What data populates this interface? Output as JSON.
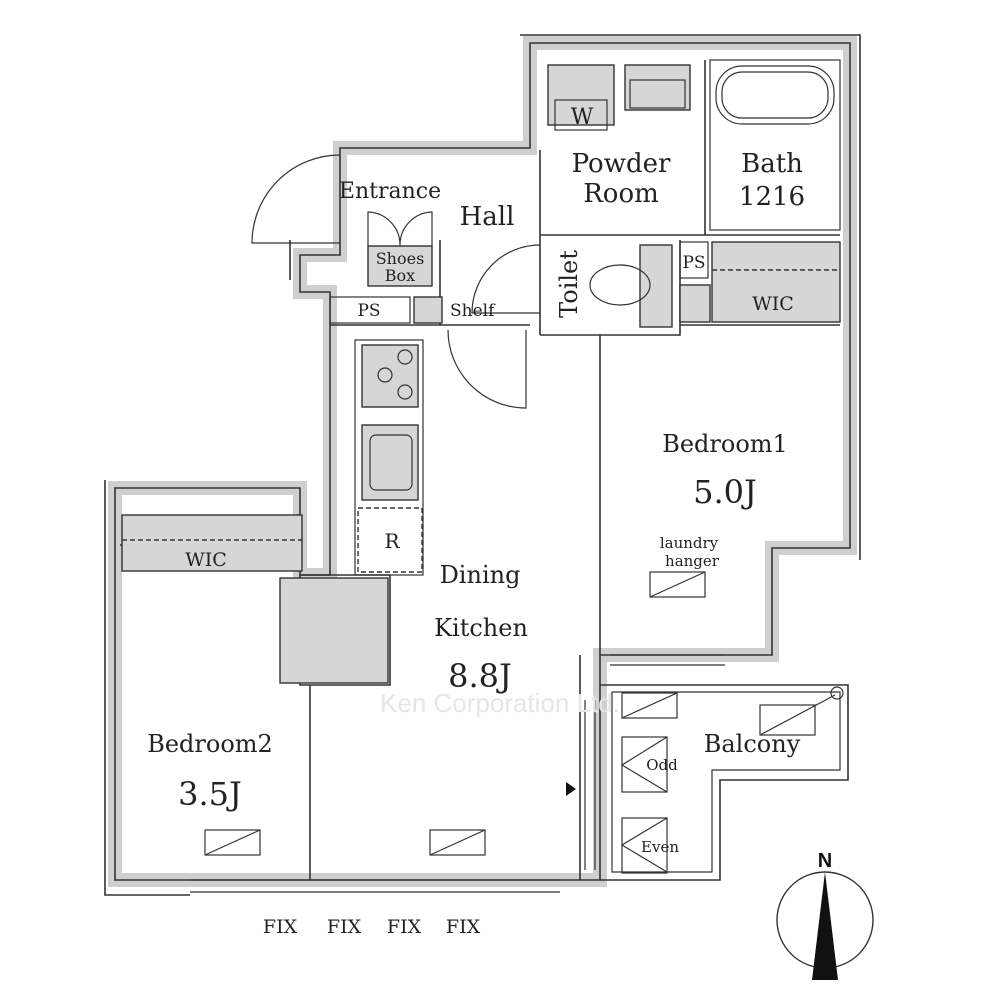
{
  "rooms": {
    "entrance": "Entrance",
    "hall": "Hall",
    "shoes_box_1": "Shoes",
    "shoes_box_2": "Box",
    "ps_hall": "PS",
    "shelf": "Shelf",
    "powder_room_1": "Powder",
    "powder_room_2": "Room",
    "washer": "W",
    "bath_1": "Bath",
    "bath_2": "1216",
    "toilet": "Toilet",
    "ps_wic": "PS",
    "wic_1": "WIC",
    "bedroom1_name": "Bedroom1",
    "bedroom1_size": "5.0J",
    "laundry_1": "laundry",
    "laundry_2": "hanger",
    "fridge": "R",
    "dining_1": "Dining",
    "dining_2": "Kitchen",
    "dining_size": "8.8J",
    "wic_2": "WIC",
    "bedroom2_name": "Bedroom2",
    "bedroom2_size": "3.5J",
    "balcony": "Balcony",
    "odd": "Odd",
    "even": "Even",
    "fix_labels": [
      "FIX",
      "FIX",
      "FIX",
      "FIX"
    ]
  },
  "compass": {
    "north": "N"
  },
  "watermark": "Ken Corporation Ltd."
}
